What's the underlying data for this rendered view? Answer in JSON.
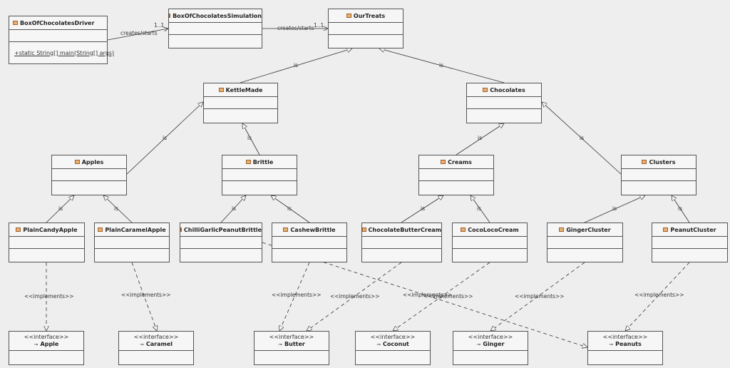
{
  "classes": {
    "driver": {
      "name": "BoxOfChocolatesDriver",
      "operation": "+static String[] main(String[] args)"
    },
    "simulation": {
      "name": "BoxOfChocolatesSimulation"
    },
    "ourtreats": {
      "name": "OurTreats"
    },
    "kettlemade": {
      "name": "KettleMade"
    },
    "chocolates": {
      "name": "Chocolates"
    },
    "apples": {
      "name": "Apples"
    },
    "brittle": {
      "name": "Brittle"
    },
    "creams": {
      "name": "Creams"
    },
    "clusters": {
      "name": "Clusters"
    },
    "plaincandyapple": {
      "name": "PlainCandyApple"
    },
    "plaincaramelapple": {
      "name": "PlainCaramelApple"
    },
    "chilligarlic": {
      "name": "ChilliGarlicPeanutBrittle"
    },
    "cashewbrittle": {
      "name": "CashewBrittle"
    },
    "chocbuttercream": {
      "name": "ChocolateButterCream"
    },
    "cocoloco": {
      "name": "CocoLocoCream"
    },
    "gingercluster": {
      "name": "GingerCluster"
    },
    "peanutcluster": {
      "name": "PeanutCluster"
    }
  },
  "interfaces": {
    "stereotype": "<<interface>>",
    "apple": "Apple",
    "caramel": "Caramel",
    "butter": "Butter",
    "coconut": "Coconut",
    "ginger": "Ginger",
    "peanuts": "Peanuts"
  },
  "labels": {
    "creates_starts": "creates/starts",
    "multiplicity": "1..1",
    "is": "is",
    "implements": "<<implements>>"
  }
}
